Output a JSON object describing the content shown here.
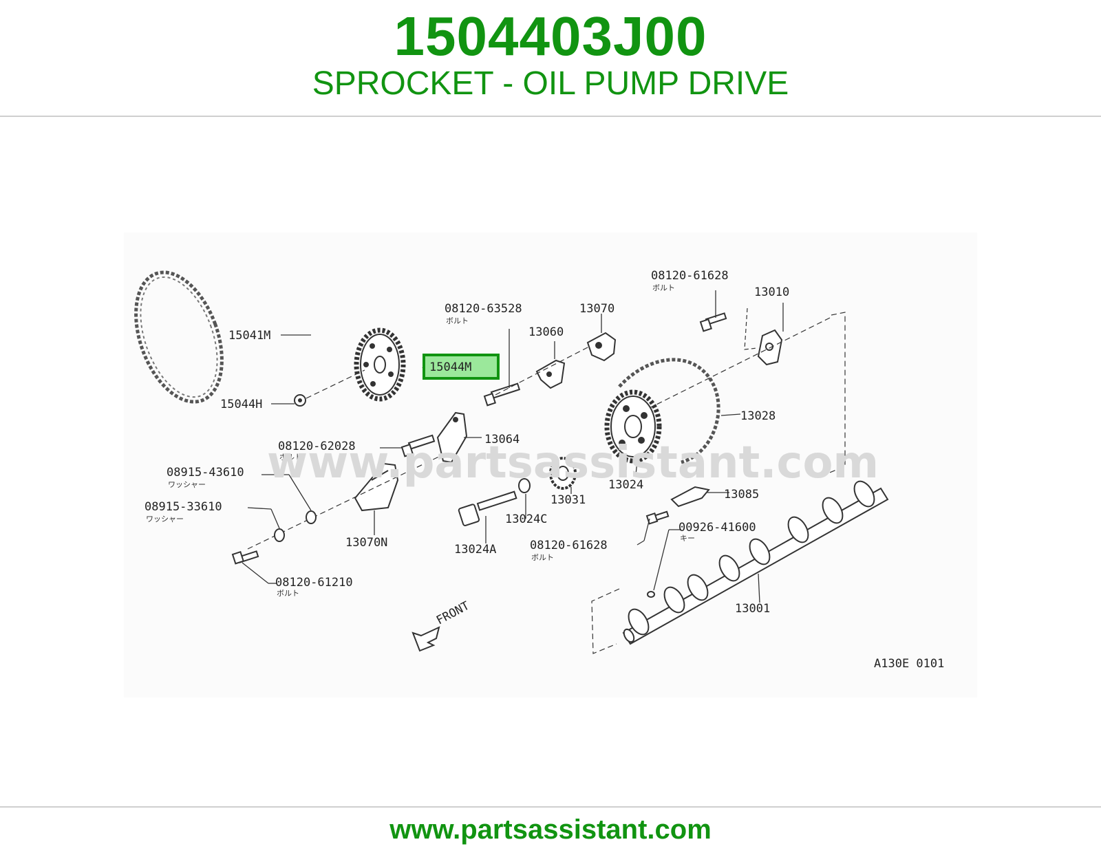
{
  "header": {
    "part_number": "1504403J00",
    "part_name": "SPROCKET - OIL PUMP DRIVE"
  },
  "diagram": {
    "watermark": "www.partsassistant.com",
    "highlight_color": "#119411",
    "highlight_fill": "#9be89b",
    "figure_code": "A130E 0101",
    "front_label": "FRONT",
    "labels": {
      "p15041M": "15041M",
      "p15044M": "15044M",
      "p15044H": "15044H",
      "b63528": "08120-63528",
      "b63528_kana": "ボルト",
      "p13060": "13060",
      "p13070": "13070",
      "b61628a": "08120-61628",
      "b61628a_kana": "ボルト",
      "p13010": "13010",
      "p13028": "13028",
      "p13064": "13064",
      "b62028": "08120-62028",
      "b62028_kana": "ボルト",
      "w43610": "08915-43610",
      "w43610_kana": "ワッシャー",
      "w33610": "08915-33610",
      "w33610_kana": "ワッシャー",
      "p13070N": "13070N",
      "b61210": "08120-61210",
      "b61210_kana": "ボルト",
      "p13024": "13024",
      "p13031": "13031",
      "p13024C": "13024C",
      "p13024A": "13024A",
      "p13085": "13085",
      "b61628b": "08120-61628",
      "b61628b_kana": "ボルト",
      "k41600": "00926-41600",
      "k41600_kana": "キー",
      "p13001": "13001"
    }
  },
  "footer": {
    "url": "www.partsassistant.com"
  }
}
